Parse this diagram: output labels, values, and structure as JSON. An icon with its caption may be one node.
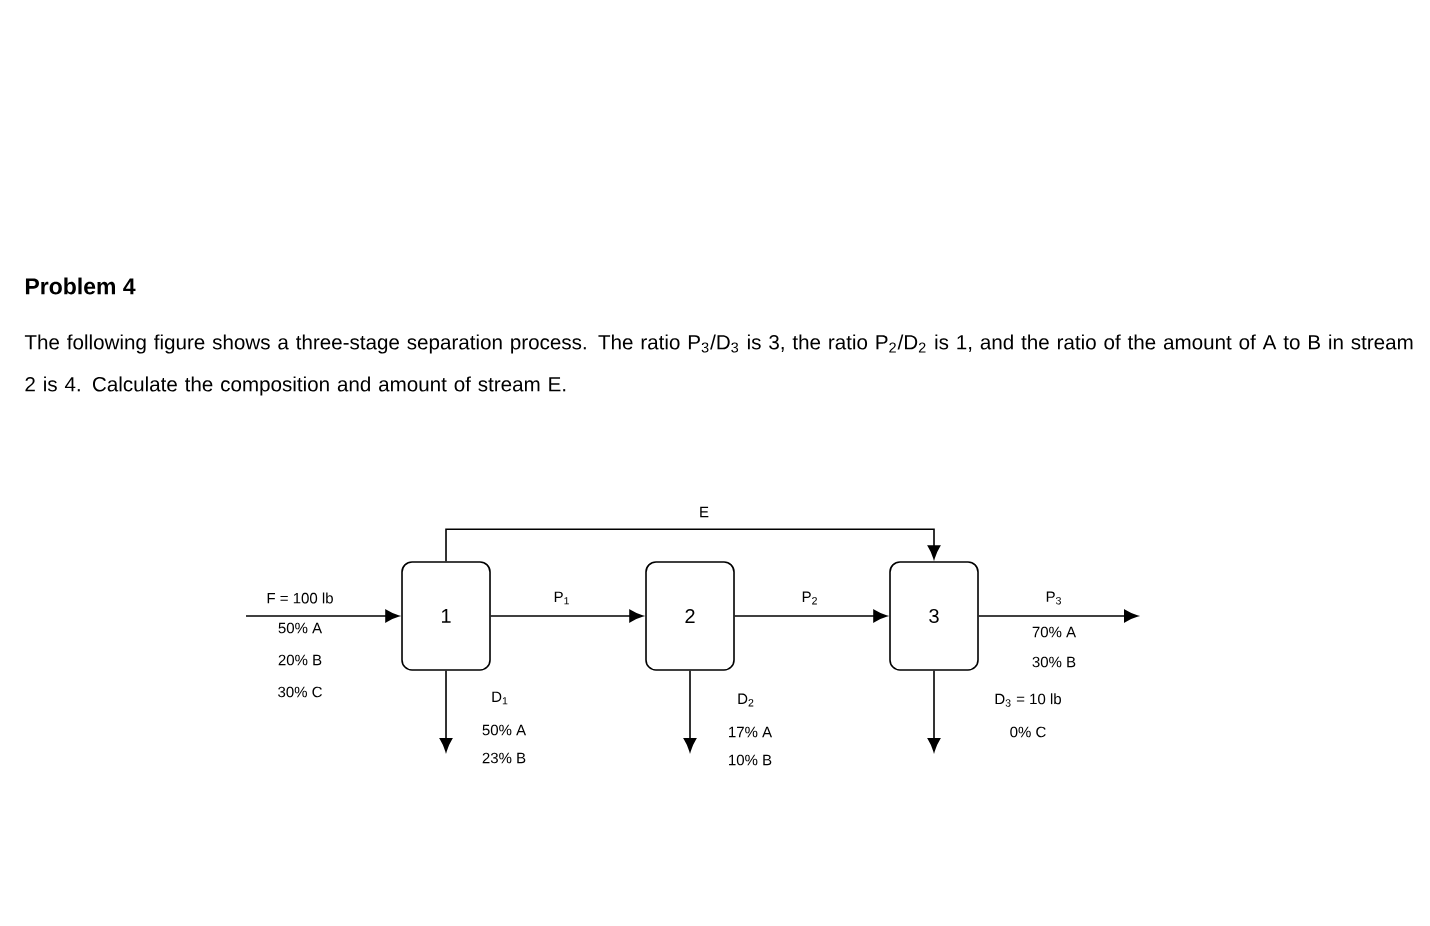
{
  "diagram": {
    "title": "Problem 4",
    "caption": "The following figure shows a three-stage separation process. The ratio P$_{3}$/D$_{3}$ is 3, the ratio P$_{2}$/D$_{2}$ is 1, and the ratio of the amount of A to B in stream 2 is 4. Calculate the composition and amount of stream E.",
    "nodes": [
      {
        "text": [
          "1"
        ]
      },
      {
        "text": [
          "2"
        ]
      },
      {
        "text": [
          "3"
        ]
      }
    ],
    "edges": [
      {
        "from": null,
        "to": 0,
        "arrow": "to",
        "label": "F = 100 lb"
      },
      {
        "from": 0,
        "to": 1,
        "arrow": "to",
        "label": "P$_{1}$"
      },
      {
        "from": 1,
        "to": 2,
        "arrow": "to",
        "label": "P$_{2}$"
      },
      {
        "from": 2,
        "to": null,
        "arrow": "to",
        "label": "P$_{3}$"
      },
      {
        "from": 0,
        "to": null,
        "arrow": "to",
        "label": "D$_{1}$"
      },
      {
        "from": 1,
        "to": null,
        "arrow": "to",
        "label": "D$_{2}$"
      },
      {
        "from": 2,
        "to": null,
        "arrow": "to",
        "label": "D$_{3}$ = 10 lb"
      },
      {
        "from": 0,
        "to": 2,
        "arrow": "to",
        "label": "E"
      }
    ],
    "labels": [
      "50% A",
      "20% B",
      "30% C",
      "50% A",
      "23% B",
      "17% A",
      "10% B",
      "70% A",
      "30% B",
      "0% C"
    ]
  }
}
